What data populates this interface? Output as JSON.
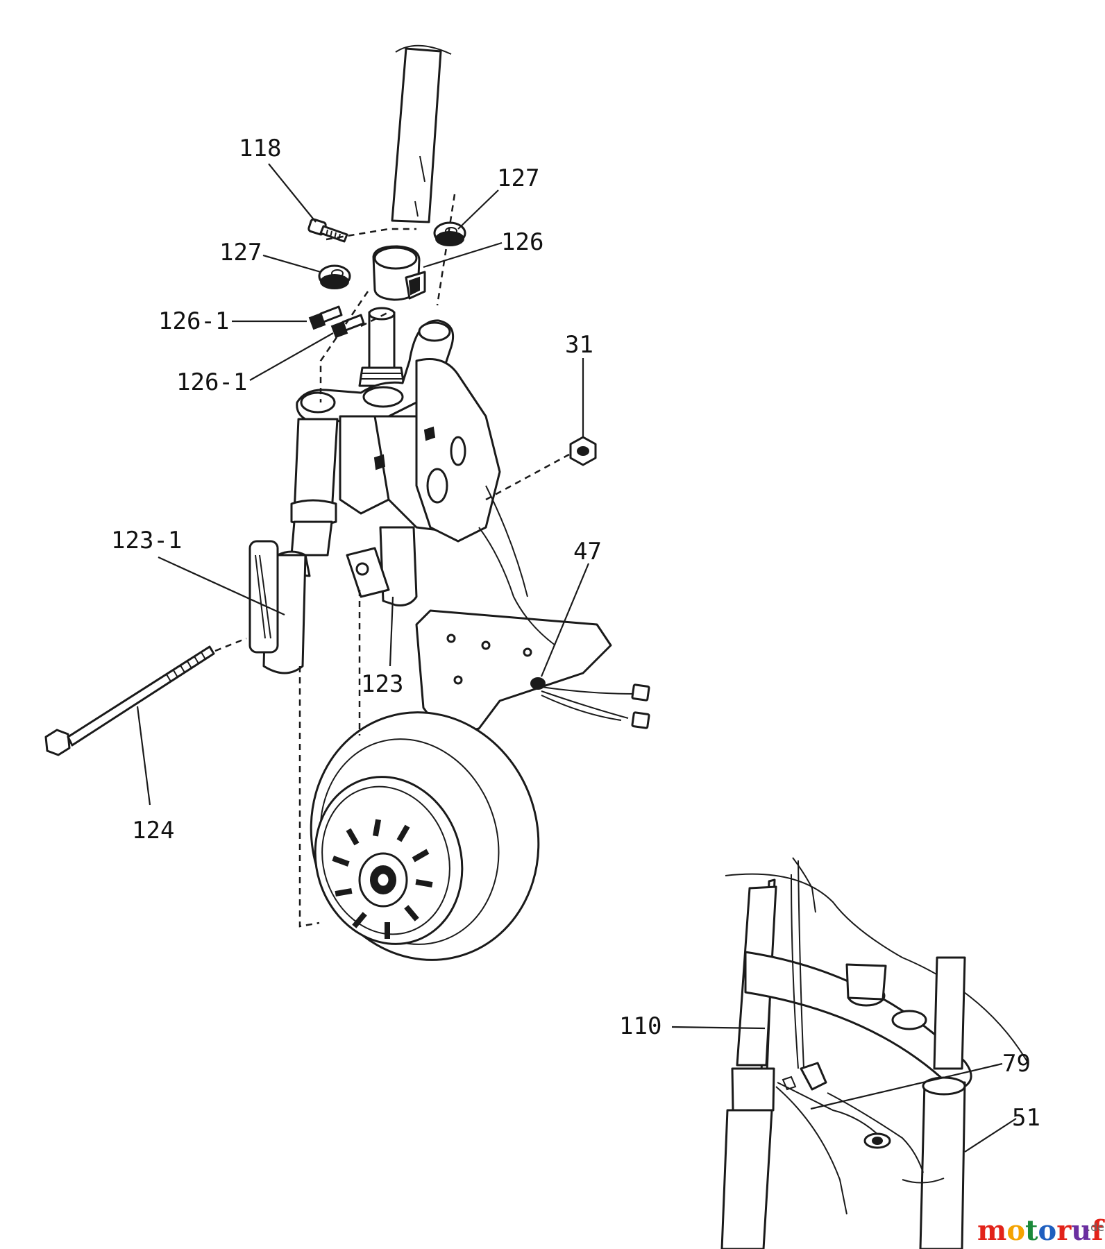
{
  "callouts": [
    {
      "id": "c118",
      "label": "118"
    },
    {
      "id": "c127a",
      "label": "127"
    },
    {
      "id": "c127b",
      "label": "127"
    },
    {
      "id": "c126",
      "label": "126"
    },
    {
      "id": "c1261a",
      "label": "126-1"
    },
    {
      "id": "c1261b",
      "label": "126-1"
    },
    {
      "id": "c31",
      "label": "31"
    },
    {
      "id": "c1231",
      "label": "123-1"
    },
    {
      "id": "c47",
      "label": "47"
    },
    {
      "id": "c123",
      "label": "123"
    },
    {
      "id": "c124",
      "label": "124"
    },
    {
      "id": "c110",
      "label": "110"
    },
    {
      "id": "c79",
      "label": "79"
    },
    {
      "id": "c51",
      "label": "51"
    }
  ],
  "watermark": {
    "brand_parts": [
      "m",
      "o",
      "t",
      "o",
      "r",
      "u",
      "f"
    ],
    "suffix": ".de",
    "colors": [
      "#e2231a",
      "#f4a300",
      "#1a8a3a",
      "#1f5fbf",
      "#e2231a",
      "#6b2fa0",
      "#e2231a"
    ]
  }
}
